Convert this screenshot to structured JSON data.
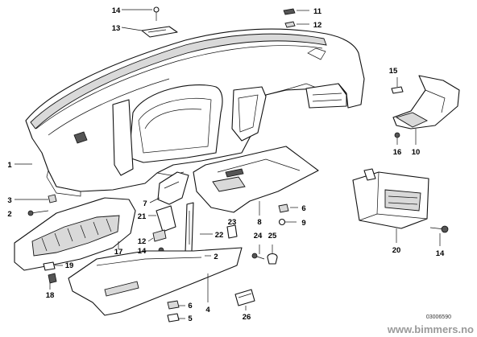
{
  "callouts": [
    "14",
    "13",
    "11",
    "12",
    "15",
    "16",
    "10",
    "1",
    "3",
    "2",
    "7",
    "21",
    "12",
    "14",
    "22",
    "23",
    "2",
    "8",
    "6",
    "9",
    "24",
    "25",
    "17",
    "19",
    "18",
    "20",
    "14",
    "6",
    "5",
    "4",
    "26"
  ],
  "doc_number": "03006590",
  "watermark": "www.bimmers.no"
}
